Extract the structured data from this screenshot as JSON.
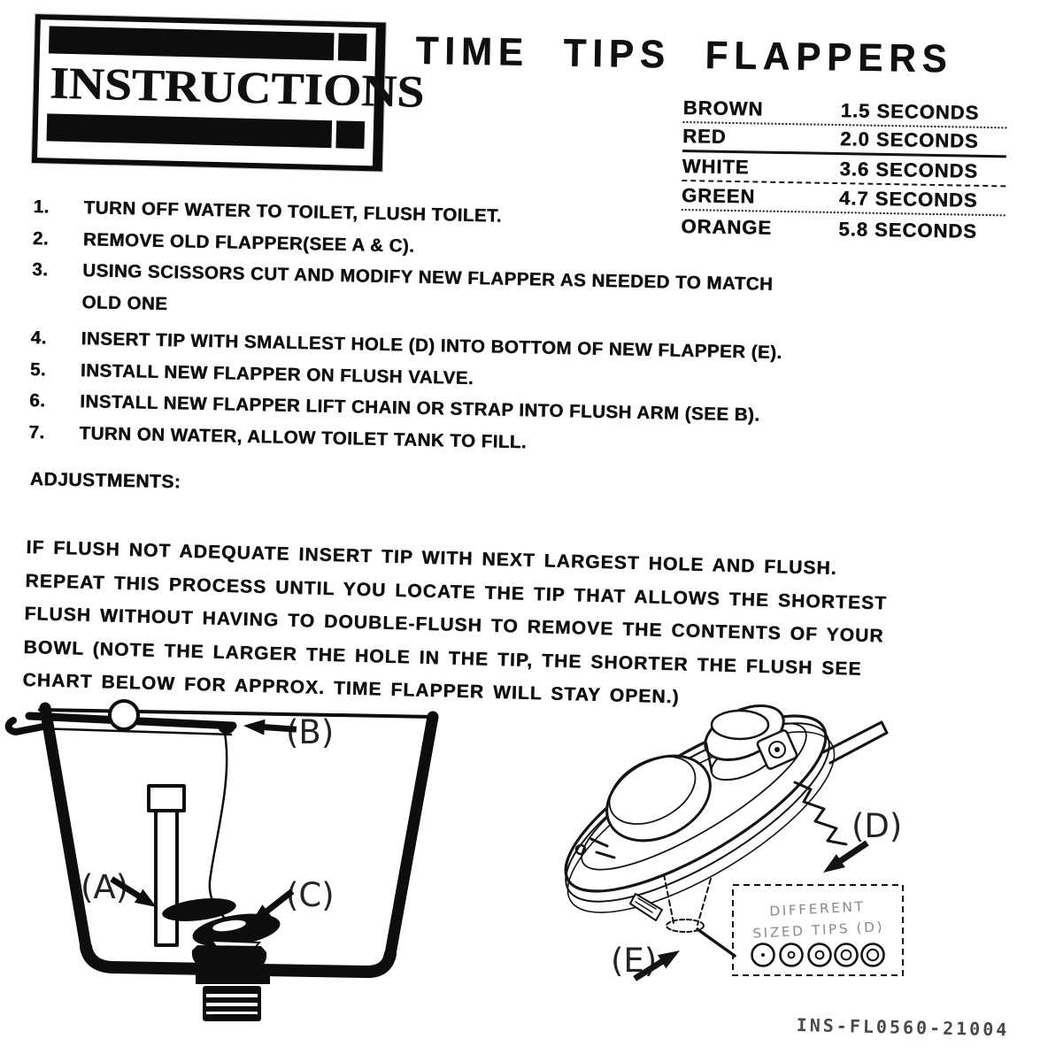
{
  "logo": {
    "label": "INSTRUCTIONS"
  },
  "title": "TIME TIPS FLAPPERS",
  "timing_table": {
    "rows": [
      {
        "color": "BROWN",
        "time": "1.5 SECONDS"
      },
      {
        "color": "RED",
        "time": "2.0 SECONDS"
      },
      {
        "color": "WHITE",
        "time": "3.6 SECONDS"
      },
      {
        "color": "GREEN",
        "time": "4.7 SECONDS"
      },
      {
        "color": "ORANGE",
        "time": "5.8 SECONDS"
      }
    ]
  },
  "steps": [
    {
      "num": "1.",
      "text": "TURN OFF WATER TO TOILET, FLUSH TOILET."
    },
    {
      "num": "2.",
      "text": "REMOVE OLD FLAPPER(SEE A & C)."
    },
    {
      "num": "3.",
      "text": "USING SCISSORS CUT AND MODIFY NEW FLAPPER AS NEEDED TO MATCH\nOLD ONE"
    },
    {
      "num": "4.",
      "text": "INSERT TIP WITH SMALLEST HOLE (D) INTO BOTTOM OF NEW FLAPPER (E)."
    },
    {
      "num": "5.",
      "text": "INSTALL NEW FLAPPER ON FLUSH VALVE."
    },
    {
      "num": "6.",
      "text": "INSTALL NEW FLAPPER LIFT CHAIN OR STRAP INTO FLUSH ARM (SEE B)."
    },
    {
      "num": "7.",
      "text": "TURN ON WATER, ALLOW TOILET TANK TO FILL."
    }
  ],
  "adjustments": {
    "heading": "ADJUSTMENTS:",
    "lines": [
      "IF FLUSH NOT ADEQUATE INSERT TIP WITH NEXT LARGEST HOLE AND FLUSH.",
      "REPEAT THIS PROCESS UNTIL YOU LOCATE THE TIP THAT ALLOWS THE SHORTEST",
      "FLUSH WITHOUT HAVING TO DOUBLE-FLUSH TO REMOVE THE CONTENTS OF YOUR",
      "BOWL (NOTE THE LARGER THE HOLE IN THE TIP, THE SHORTER THE FLUSH SEE",
      "CHART BELOW FOR APPROX. TIME FLAPPER WILL STAY OPEN.)"
    ]
  },
  "diagram_tank": {
    "label_a": "(A)",
    "label_b": "(B)",
    "label_c": "(C)"
  },
  "diagram_flapper": {
    "label_d": "(D)",
    "label_e": "(E)",
    "tips_line1": "DIFFERENT",
    "tips_line2": "SIZED TIPS (D)"
  },
  "part_number": "INS-FL0560-21004",
  "colors": {
    "ink": "#111111",
    "paper": "#ffffff"
  }
}
